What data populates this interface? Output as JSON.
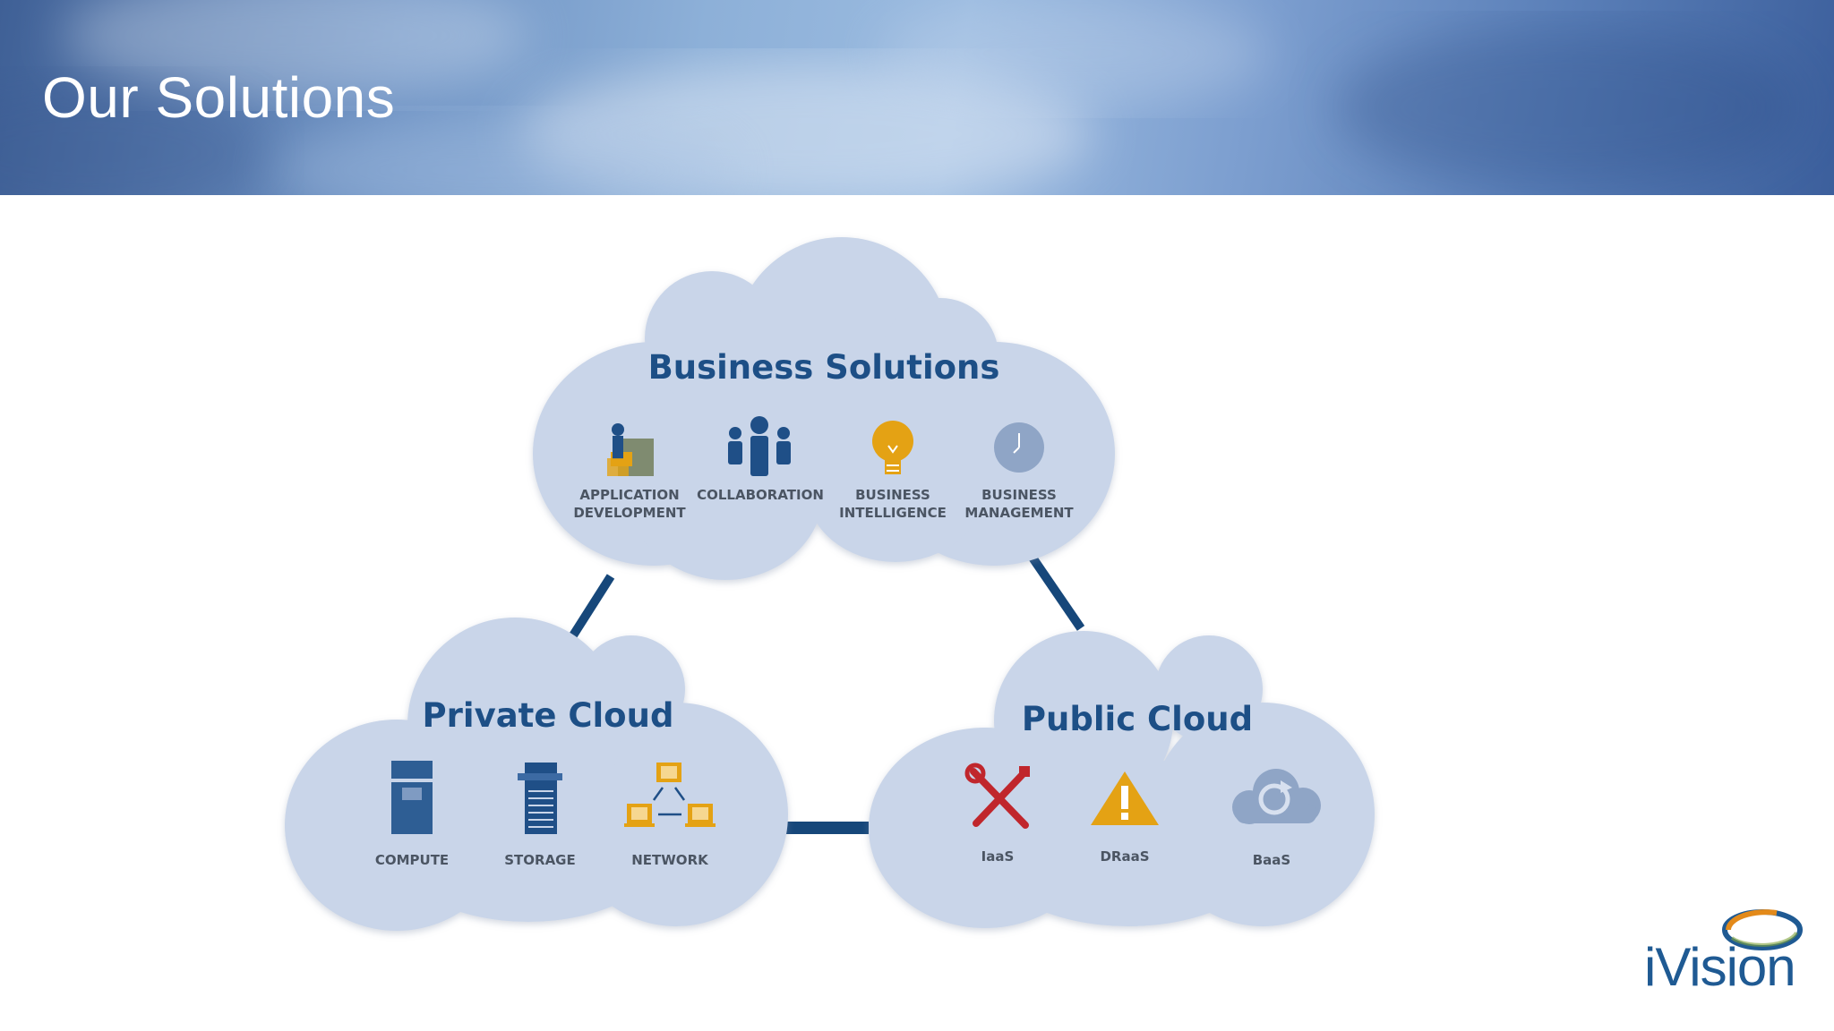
{
  "slide": {
    "title": "Our Solutions"
  },
  "diagram": {
    "business": {
      "title": "Business Solutions",
      "items": [
        {
          "line1": "APPLICATION",
          "line2": "DEVELOPMENT",
          "icon": "application-development-icon"
        },
        {
          "line1": "COLLABORATION",
          "line2": "",
          "icon": "collaboration-icon"
        },
        {
          "line1": "BUSINESS",
          "line2": "INTELLIGENCE",
          "icon": "lightbulb-icon"
        },
        {
          "line1": "BUSINESS",
          "line2": "MANAGEMENT",
          "icon": "clock-icon"
        }
      ]
    },
    "private": {
      "title": "Private Cloud",
      "items": [
        {
          "label": "COMPUTE",
          "icon": "server-icon"
        },
        {
          "label": "STORAGE",
          "icon": "storage-icon"
        },
        {
          "label": "NETWORK",
          "icon": "network-icon"
        }
      ]
    },
    "public": {
      "title": "Public Cloud",
      "items": [
        {
          "label": "IaaS",
          "icon": "tools-icon"
        },
        {
          "label": "DRaaS",
          "icon": "warning-icon"
        },
        {
          "label": "BaaS",
          "icon": "cloud-sync-icon"
        }
      ]
    }
  },
  "logo": {
    "text": "iVision"
  },
  "colors": {
    "cloud_fill": "#c9d5e9",
    "connector": "#16477a",
    "title_text": "#1d4f86",
    "accent_gold": "#e4a214",
    "accent_red": "#c0262c",
    "icon_blue": "#1f4f87"
  }
}
